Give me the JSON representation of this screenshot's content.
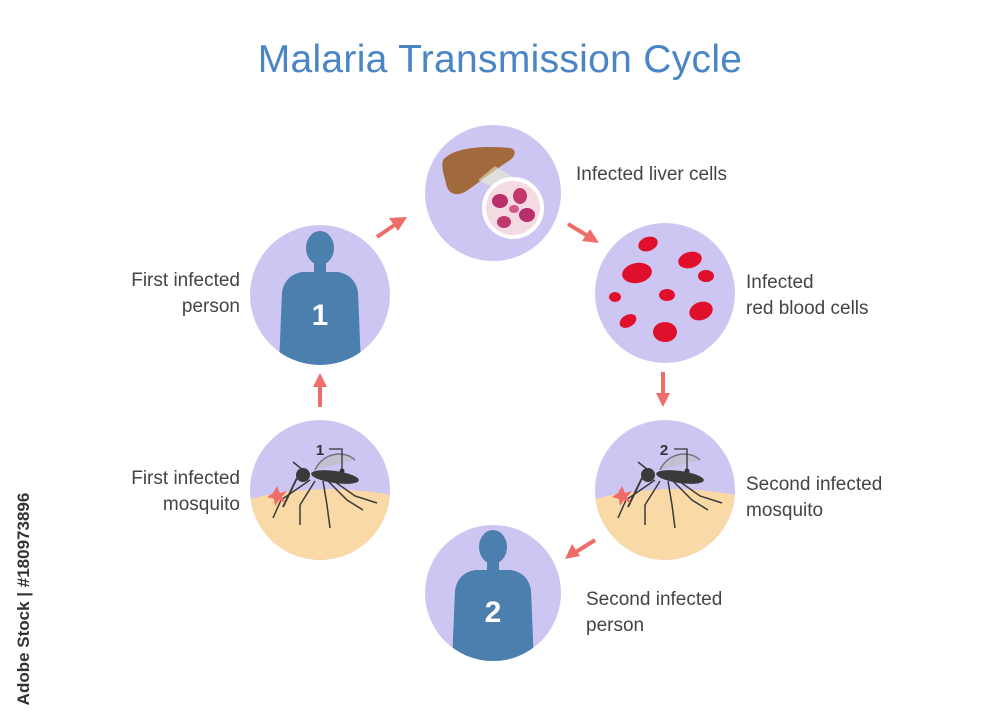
{
  "title": "Malaria Transmission Cycle",
  "colors": {
    "title": "#4a86c5",
    "circle_fill": "#cdc6f3",
    "person_blue": "#4a7fae",
    "arrow": "#ef6d68",
    "skin": "#f9d9a6",
    "blood_cell": "#e0102c",
    "liver": "#a06a3c",
    "mosquito": "#3a3a3a"
  },
  "stages": [
    {
      "id": "liver",
      "lines": [
        "Infected liver cells"
      ]
    },
    {
      "id": "blood",
      "lines": [
        "Infected",
        "red blood cells"
      ]
    },
    {
      "id": "mosquito2",
      "lines": [
        "Second infected",
        "mosquito"
      ],
      "badge": "2"
    },
    {
      "id": "person2",
      "lines": [
        "Second infected",
        "person"
      ],
      "badge": "2"
    },
    {
      "id": "mosquito1",
      "lines": [
        "First infected",
        "mosquito"
      ],
      "badge": "1"
    },
    {
      "id": "person1",
      "lines": [
        "First infected",
        "person"
      ],
      "badge": "1"
    }
  ],
  "watermark": "Adobe Stock | #180973896"
}
